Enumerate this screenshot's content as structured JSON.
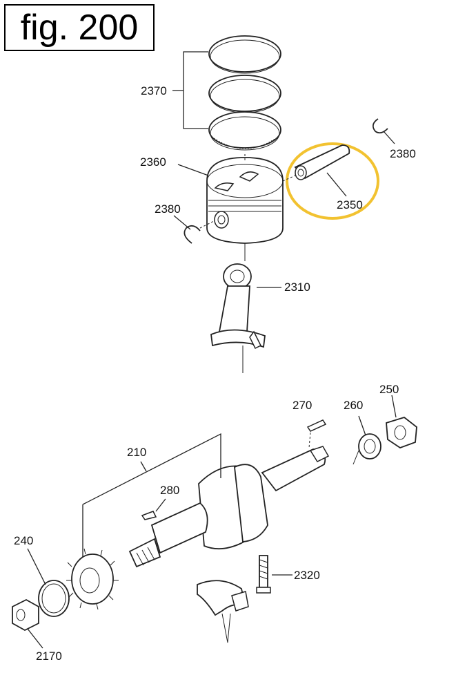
{
  "figure": {
    "title": "fig. 200",
    "highlight_color": "#F2C230"
  },
  "labels": {
    "p2370": "2370",
    "p2360": "2360",
    "p2380a": "2380",
    "p2380b": "2380",
    "p2350": "2350",
    "p2310": "2310",
    "p270": "270",
    "p260": "260",
    "p250": "250",
    "p210": "210",
    "p280": "280",
    "p240": "240",
    "p2320": "2320",
    "p2170": "2170"
  }
}
